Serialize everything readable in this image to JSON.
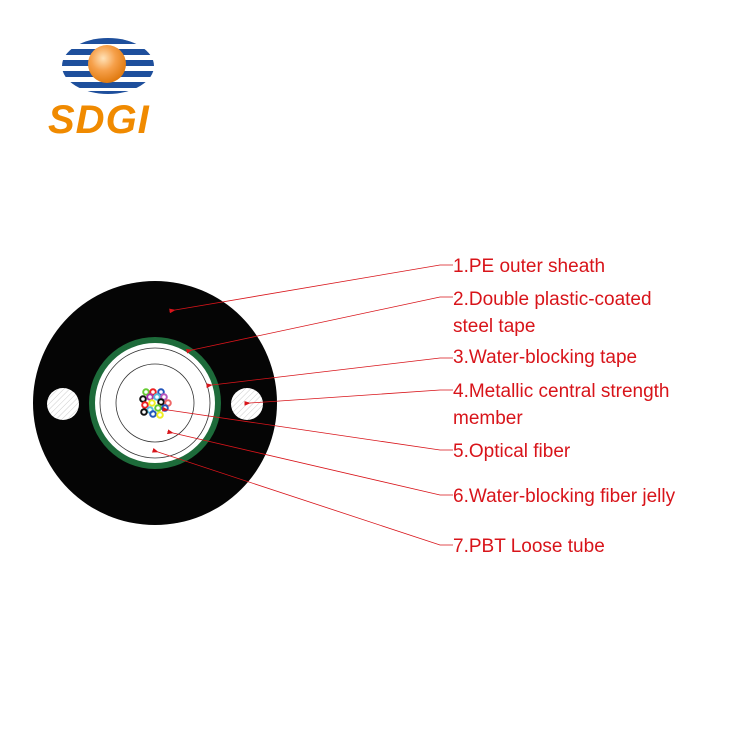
{
  "logo": {
    "text": "SDGI"
  },
  "colors": {
    "label": "#d8141a",
    "sheath": "#050505",
    "tape": "#1d6b3a",
    "logo_blue": "#1e4f9c",
    "logo_orange": "#f08a00"
  },
  "labels": [
    {
      "line1": "1.PE outer sheath"
    },
    {
      "line1": "2.Double plastic-coated",
      "line2": "steel tape"
    },
    {
      "line1": "3.Water-blocking tape"
    },
    {
      "line1": "4.Metallic central strength",
      "line2": "member"
    },
    {
      "line1": "5.Optical fiber"
    },
    {
      "line1": "6.Water-blocking fiber jelly"
    },
    {
      "line1": "7.PBT Loose tube"
    }
  ]
}
